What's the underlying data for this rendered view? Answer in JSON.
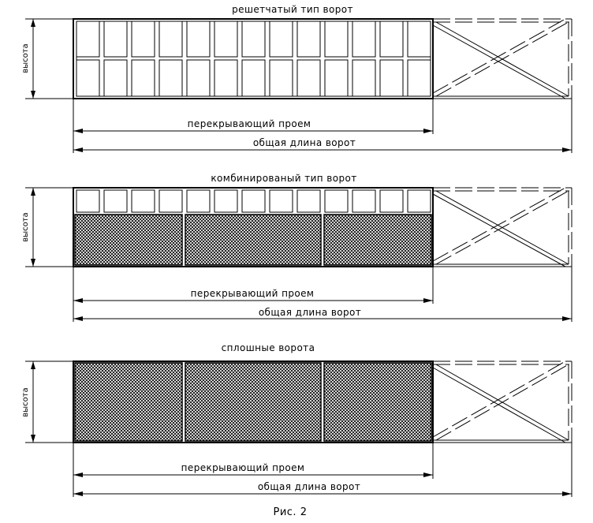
{
  "gates": [
    {
      "title": "решетчатый тип ворот",
      "height_label": "высота",
      "opening_label": "перекрывающий проем",
      "total_label": "общая длина ворот",
      "type": "lattice"
    },
    {
      "title": "комбинированый тип ворот",
      "height_label": "высота",
      "opening_label": "перекрывающий проем",
      "total_label": "общая длина ворот",
      "type": "combined"
    },
    {
      "title": "сплошные ворота",
      "height_label": "высота",
      "opening_label": "перекрывающий проем",
      "total_label": "общая длина ворот",
      "type": "solid"
    }
  ],
  "caption": "Рис. 2"
}
